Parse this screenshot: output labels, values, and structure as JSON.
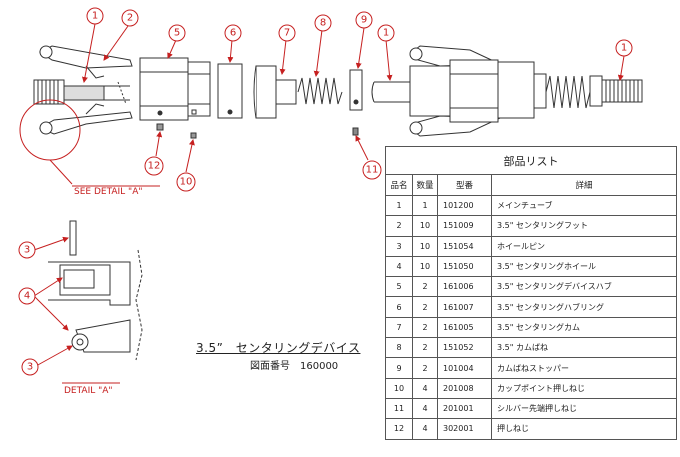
{
  "drawing": {
    "title": "3.5”　センタリングデバイス",
    "drawing_number_label": "図面番号　160000",
    "see_detail_label": "SEE DETAIL \"A\"",
    "detail_label": "DETAIL \"A\""
  },
  "callouts": {
    "main_tube_left": "1",
    "foot": "2",
    "hub": "5",
    "sleeve": "6",
    "cam": "7",
    "spring": "8",
    "spring_stopper": "9",
    "main_tube_mid": "1",
    "main_tube_right": "1",
    "set_screw_12": "12",
    "cup_point_10": "10",
    "silver_tip_11": "11",
    "detail_3_top": "3",
    "detail_4": "4",
    "detail_3_bottom": "3"
  },
  "parts_list": {
    "title": "部品リスト",
    "headers": [
      "品名",
      "数量",
      "型番",
      "詳細"
    ],
    "rows": [
      [
        "1",
        "1",
        "101200",
        "メインチューブ"
      ],
      [
        "2",
        "10",
        "151009",
        "3.5\" センタリングフット"
      ],
      [
        "3",
        "10",
        "151054",
        "ホイールピン"
      ],
      [
        "4",
        "10",
        "151050",
        "3.5\" センタリングホイール"
      ],
      [
        "5",
        "2",
        "161006",
        "3.5\" センタリングデバイスハブ"
      ],
      [
        "6",
        "2",
        "161007",
        "3.5\" センタリングハブリング"
      ],
      [
        "7",
        "2",
        "161005",
        "3.5\" センタリングカム"
      ],
      [
        "8",
        "2",
        "151052",
        "3.5\" カムばね"
      ],
      [
        "9",
        "2",
        "101004",
        "カムばねストッパー"
      ],
      [
        "10",
        "4",
        "201008",
        "カップポイント押しねじ"
      ],
      [
        "11",
        "4",
        "201001",
        "シルバー先端押しねじ"
      ],
      [
        "12",
        "4",
        "302001",
        "押しねじ"
      ]
    ]
  },
  "colors": {
    "callout_red": "#c62020",
    "line": "#333333",
    "fill_gray": "#bbbbbb"
  }
}
